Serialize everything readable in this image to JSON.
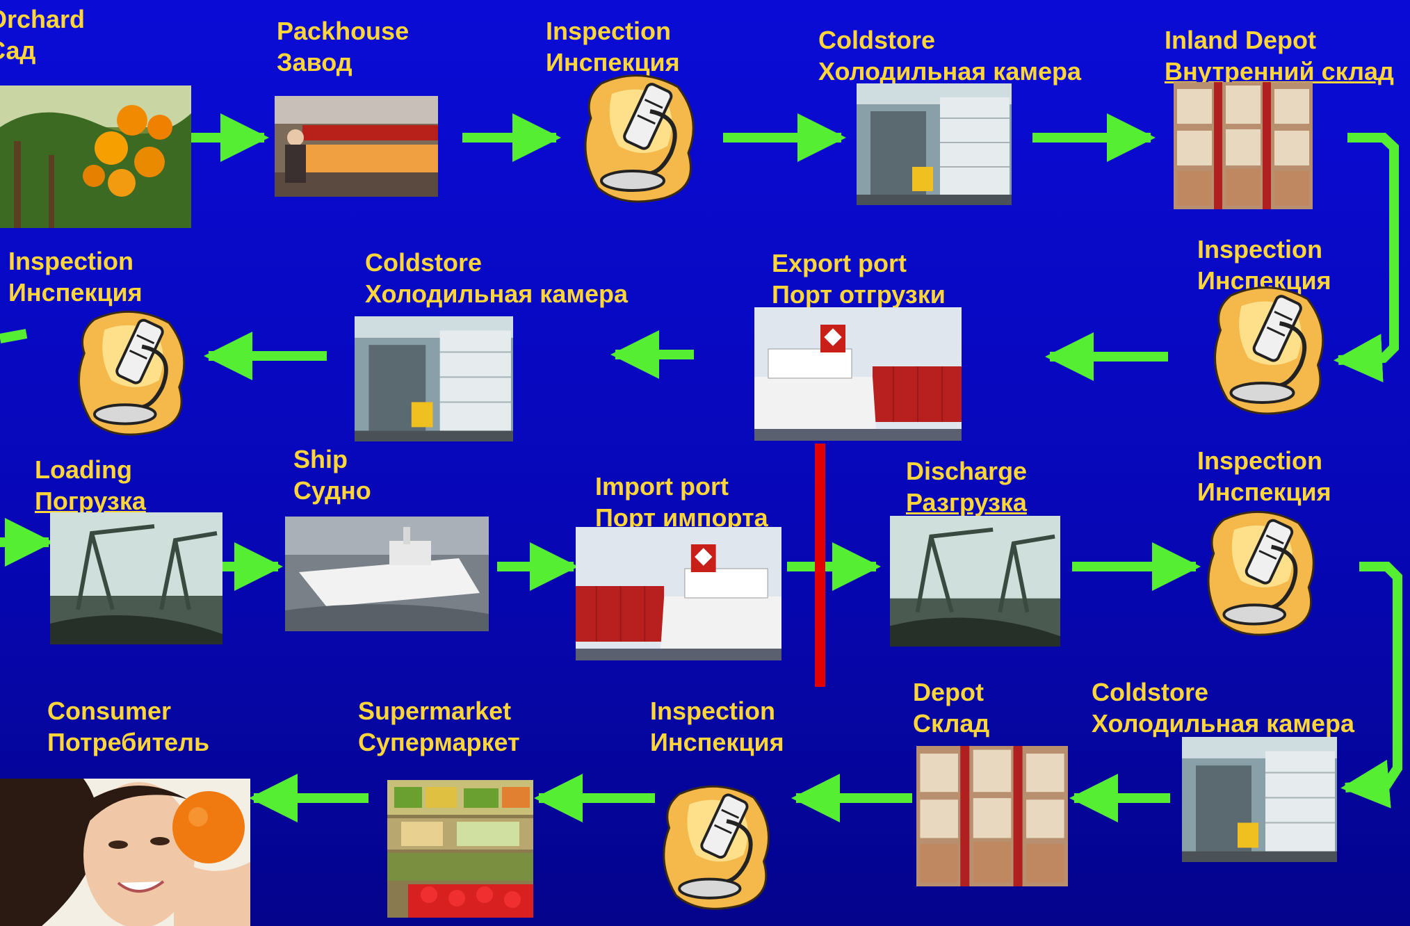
{
  "colors": {
    "background": "#0707b8",
    "label": "#ffd63a",
    "arrow": "#55ee33",
    "border_line": "#e30000"
  },
  "nodes": [
    {
      "id": "orchard",
      "en": "Orchard",
      "ru": "Сад",
      "icon": "orange-tree-photo"
    },
    {
      "id": "packhouse",
      "en": "Packhouse",
      "ru": "Завод",
      "icon": "packing-line-photo"
    },
    {
      "id": "inspection-1",
      "en": "Inspection",
      "ru": "Инспекция",
      "icon": "magnifier-icon"
    },
    {
      "id": "coldstore-1",
      "en": "Coldstore",
      "ru": "Холодильная камера",
      "icon": "coldstore-photo"
    },
    {
      "id": "inland-depot",
      "en": "Inland Depot",
      "ru": "Внутренний склад",
      "icon": "warehouse-photo"
    },
    {
      "id": "inspection-2",
      "en": "Inspection",
      "ru": "Инспекция",
      "icon": "magnifier-icon"
    },
    {
      "id": "export-port",
      "en": "Export port",
      "ru": "Порт отгрузки",
      "icon": "ship-at-port-photo"
    },
    {
      "id": "coldstore-2",
      "en": "Coldstore",
      "ru": "Холодильная камера",
      "icon": "coldstore-photo"
    },
    {
      "id": "inspection-3",
      "en": "Inspection",
      "ru": "Инспекция",
      "icon": "magnifier-icon"
    },
    {
      "id": "loading",
      "en": "Loading",
      "ru": "Погрузка",
      "icon": "crane-photo"
    },
    {
      "id": "ship",
      "en": "Ship",
      "ru": "Судно",
      "icon": "ship-at-sea-photo"
    },
    {
      "id": "import-port",
      "en": "Import port",
      "ru": "Порт импорта",
      "icon": "ship-at-port-photo"
    },
    {
      "id": "discharge",
      "en": "Discharge",
      "ru": "Разгрузка",
      "icon": "crane-photo"
    },
    {
      "id": "inspection-4",
      "en": "Inspection",
      "ru": "Инспекция",
      "icon": "magnifier-icon"
    },
    {
      "id": "coldstore-3",
      "en": "Coldstore",
      "ru": "Холодильная камера",
      "icon": "coldstore-photo"
    },
    {
      "id": "depot",
      "en": "Depot",
      "ru": "Склад",
      "icon": "warehouse-photo"
    },
    {
      "id": "inspection-5",
      "en": "Inspection",
      "ru": "Инспекция",
      "icon": "magnifier-icon"
    },
    {
      "id": "supermarket",
      "en": "Supermarket",
      "ru": "Супермаркет",
      "icon": "produce-shelf-photo"
    },
    {
      "id": "consumer",
      "en": "Consumer",
      "ru": "Потребитель",
      "icon": "woman-with-orange-photo"
    }
  ]
}
